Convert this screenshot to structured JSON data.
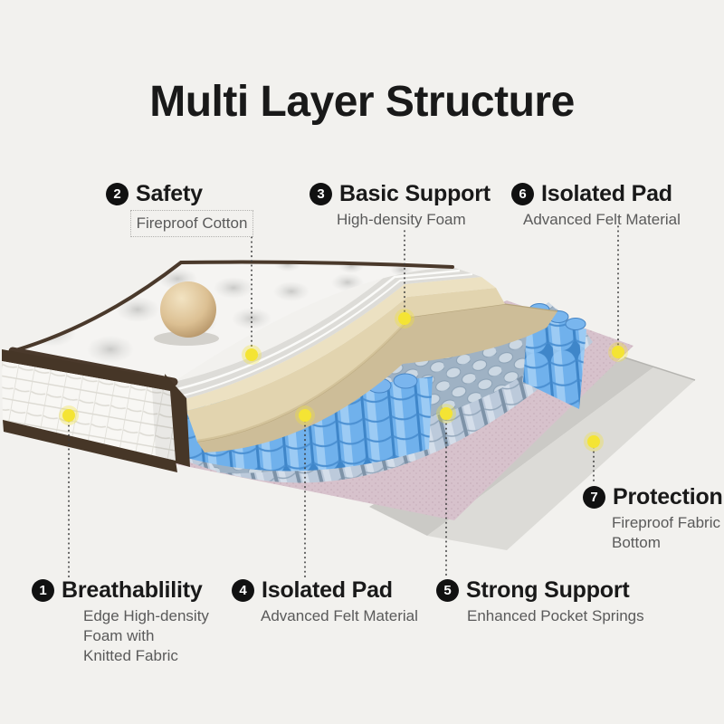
{
  "title": "Multi Layer Structure",
  "callouts": [
    {
      "number": "1",
      "title": "Breathablility",
      "description": "Edge High-density\nFoam with\nKnitted Fabric"
    },
    {
      "number": "2",
      "title": "Safety",
      "description": "Fireproof Cotton"
    },
    {
      "number": "3",
      "title": "Basic Support",
      "description": "High-density Foam"
    },
    {
      "number": "4",
      "title": "Isolated Pad",
      "description": "Advanced Felt Material"
    },
    {
      "number": "5",
      "title": "Strong Support",
      "description": "Enhanced Pocket Springs"
    },
    {
      "number": "6",
      "title": "Isolated Pad",
      "description": "Advanced Felt Material"
    },
    {
      "number": "7",
      "title": "Protection",
      "description": "Fireproof Fabric\nBottom"
    }
  ],
  "illustration": {
    "subject": "mattress-layer-cutaway",
    "indicator_dot_icon": "yellow-dot",
    "number_badge_icon": "filled-circle-number"
  },
  "colors": {
    "background": "#f2f1ee",
    "text_primary": "#191919",
    "text_secondary": "#5a5a5a",
    "badge": "#111111",
    "indicator_dot": "#f4e434",
    "spring_blue": "#70b1ec",
    "spring_gray_blue": "#b9c7d6",
    "foam_cream": "#ece1c2",
    "felt_tan": "#cdbd98",
    "felt_pink": "#d7c2cc",
    "bottom_fabric_gray": "#cdccc8",
    "trim_brown": "#463627"
  }
}
